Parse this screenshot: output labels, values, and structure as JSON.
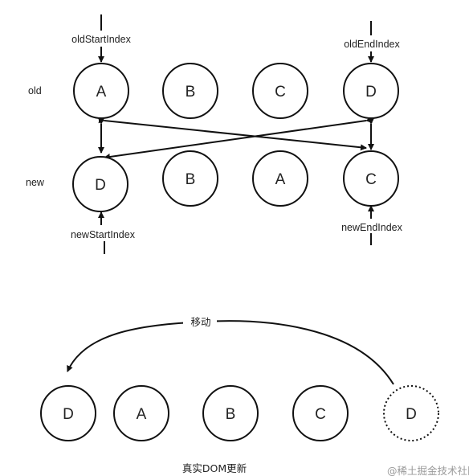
{
  "labels": {
    "old_row": "old",
    "new_row": "new",
    "old_start_index": "oldStartIndex",
    "old_end_index": "oldEndIndex",
    "new_start_index": "newStartIndex",
    "new_end_index": "newEndIndex",
    "move": "移动",
    "real_dom_update": "真实DOM更新"
  },
  "old_nodes": [
    "A",
    "B",
    "C",
    "D"
  ],
  "new_nodes": [
    "D",
    "B",
    "A",
    "C"
  ],
  "real_dom_nodes": [
    {
      "label": "D",
      "style": "solid"
    },
    {
      "label": "A",
      "style": "solid"
    },
    {
      "label": "B",
      "style": "solid"
    },
    {
      "label": "C",
      "style": "solid"
    },
    {
      "label": "D",
      "style": "dotted"
    }
  ],
  "watermark": "@稀土掘金技术社区"
}
